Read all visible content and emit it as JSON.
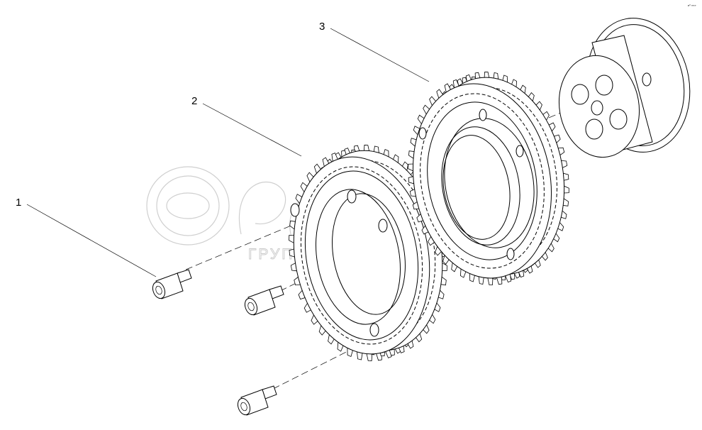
{
  "diagram": {
    "callouts": [
      {
        "id": "1",
        "label": "1"
      },
      {
        "id": "2",
        "label": "2"
      },
      {
        "id": "3",
        "label": "3"
      }
    ],
    "corner_mark": "e⁰ ««»",
    "watermark": {
      "text": "ГРУППА КОМПАНИЙ"
    }
  }
}
